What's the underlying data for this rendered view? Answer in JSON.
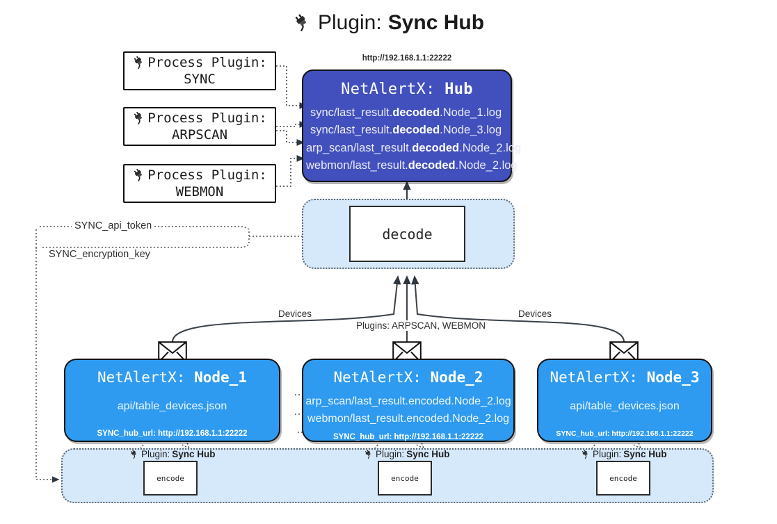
{
  "title": {
    "prefix": "Plugin:",
    "name": "Sync Hub",
    "icon": "plug-icon"
  },
  "process_plugins": [
    {
      "label": "Process Plugin:",
      "name": "SYNC"
    },
    {
      "label": "Process Plugin:",
      "name": "ARPSCAN"
    },
    {
      "label": "Process Plugin:",
      "name": "WEBMON"
    }
  ],
  "hub": {
    "url": "http://192.168.1.1:22222",
    "title_prefix": "NetAlertX:",
    "title_name": "Hub",
    "logs": [
      {
        "pre": "sync/last_result.",
        "mid": "decoded",
        "post": ".Node_1.log"
      },
      {
        "pre": "sync/last_result.",
        "mid": "decoded",
        "post": ".Node_3.log"
      },
      {
        "pre": "arp_scan/last_result.",
        "mid": "decoded",
        "post": ".Node_2.log"
      },
      {
        "pre": "webmon/last_result.",
        "mid": "decoded",
        "post": ".Node_2.log"
      }
    ]
  },
  "decode": {
    "label": "decode"
  },
  "tokens": [
    {
      "label": "SYNC_api_token"
    },
    {
      "label": "SYNC_encryption_key"
    }
  ],
  "edge_labels": {
    "devices_left": "Devices",
    "devices_right": "Devices",
    "plugins_center": "Plugins: ARPSCAN, WEBMON"
  },
  "nodes": [
    {
      "title_prefix": "NetAlertX:",
      "title_name": "Node_1",
      "lines": [
        "api/table_devices.json"
      ],
      "hub_url": "SYNC_hub_url: http://192.168.1.1:22222",
      "plugin_caption_prefix": "Plugin:",
      "plugin_caption_name": "Sync Hub",
      "encode_label": "encode",
      "icon": "envelope-icon"
    },
    {
      "title_prefix": "NetAlertX:",
      "title_name": "Node_2",
      "lines": [
        "arp_scan/last_result.encoded.Node_2.log",
        "webmon/last_result.encoded.Node_2.log"
      ],
      "hub_url": "SYNC_hub_url: http://192.168.1.1:22222",
      "plugin_caption_prefix": "Plugin:",
      "plugin_caption_name": "Sync Hub",
      "encode_label": "encode",
      "icon": "envelope-icon"
    },
    {
      "title_prefix": "NetAlertX:",
      "title_name": "Node_3",
      "lines": [
        "api/table_devices.json"
      ],
      "hub_url": "SYNC_hub_url: http://192.168.1.1:22222",
      "plugin_caption_prefix": "Plugin:",
      "plugin_caption_name": "Sync Hub",
      "encode_label": "encode",
      "icon": "envelope-icon"
    }
  ],
  "colors": {
    "hub_fill": "#4250be",
    "node_fill": "#2f9bf0",
    "container_fill": "#d6e9fb",
    "stroke": "#111111",
    "wire": "#3a4149"
  }
}
